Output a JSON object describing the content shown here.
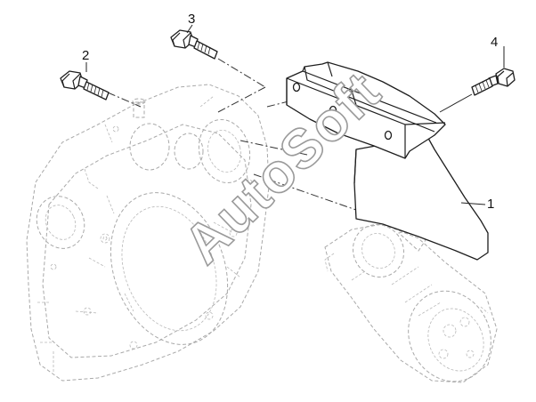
{
  "callouts": {
    "p1": "1",
    "p2": "2",
    "p3": "3",
    "p4": "4"
  },
  "watermark": "AutoSoft"
}
